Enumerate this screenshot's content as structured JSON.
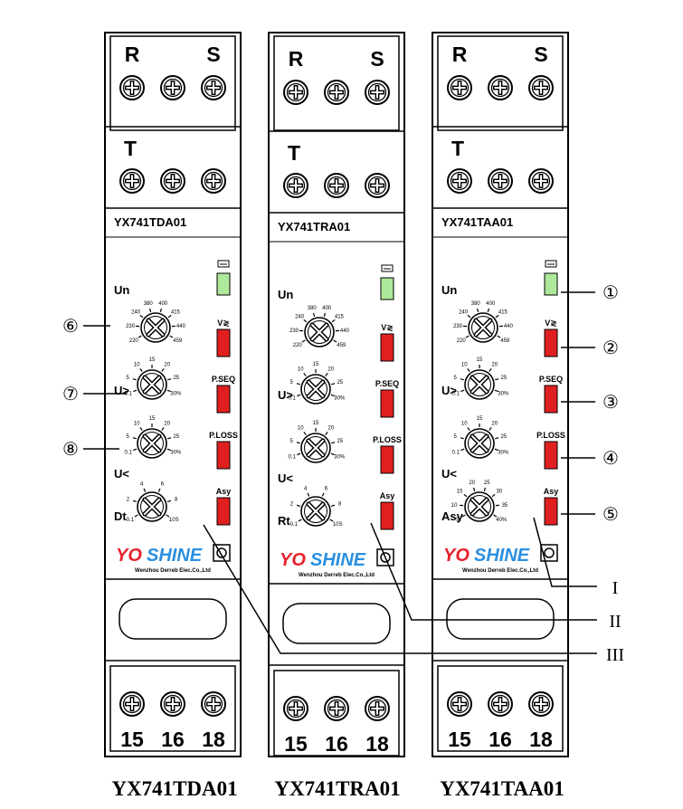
{
  "modules": [
    {
      "model": "YX741TDA01",
      "caption": "YX741TDA01",
      "knobs": [
        {
          "key": "un",
          "name": "Un",
          "ticks": [
            "220",
            "230",
            "240",
            "380",
            "400",
            "415",
            "440",
            "459"
          ]
        },
        {
          "key": "uover",
          "name": "U>",
          "ticks": [
            "0.1",
            "5",
            "10",
            "15",
            "20",
            "25",
            "30%"
          ]
        },
        {
          "key": "uunder",
          "name": "U<",
          "ticks": [
            "0.1",
            "5",
            "10",
            "15",
            "20",
            "25",
            "30%"
          ]
        },
        {
          "key": "delay",
          "name": "Dt",
          "ticks": [
            "0.1",
            "2",
            "4",
            "6",
            "8",
            "10S"
          ]
        }
      ]
    },
    {
      "model": "YX741TRA01",
      "caption": "YX741TRA01",
      "knobs": [
        {
          "key": "un",
          "name": "Un",
          "ticks": [
            "220",
            "230",
            "240",
            "380",
            "400",
            "415",
            "440",
            "459"
          ]
        },
        {
          "key": "uover",
          "name": "U>",
          "ticks": [
            "0.1",
            "5",
            "10",
            "15",
            "20",
            "25",
            "30%"
          ]
        },
        {
          "key": "uunder",
          "name": "U<",
          "ticks": [
            "0.1",
            "5",
            "10",
            "15",
            "20",
            "25",
            "30%"
          ]
        },
        {
          "key": "delay",
          "name": "Rt",
          "ticks": [
            "0.1",
            "2",
            "4",
            "6",
            "8",
            "10S"
          ]
        }
      ]
    },
    {
      "model": "YX741TAA01",
      "caption": "YX741TAA01",
      "knobs": [
        {
          "key": "un",
          "name": "Un",
          "ticks": [
            "220",
            "230",
            "240",
            "380",
            "400",
            "415",
            "440",
            "459"
          ]
        },
        {
          "key": "uover",
          "name": "U>",
          "ticks": [
            "0.1",
            "5",
            "10",
            "15",
            "20",
            "25",
            "30%"
          ]
        },
        {
          "key": "uunder",
          "name": "U<",
          "ticks": [
            "0.1",
            "5",
            "10",
            "15",
            "20",
            "25",
            "30%"
          ]
        },
        {
          "key": "asym",
          "name": "Asy",
          "ticks": [
            "5",
            "10",
            "15",
            "20",
            "25",
            "30",
            "35",
            "40%"
          ]
        }
      ]
    }
  ],
  "terminals": {
    "r": "R",
    "s": "S",
    "t": "T",
    "bottom": [
      "15",
      "16",
      "18"
    ]
  },
  "leds": [
    {
      "key": "relay",
      "label": "",
      "icon": "relay-icon",
      "color": "#aee89a"
    },
    {
      "key": "v",
      "label": "V≷",
      "color": "#e02020"
    },
    {
      "key": "pseq",
      "label": "P.SEQ",
      "color": "#e02020"
    },
    {
      "key": "ploss",
      "label": "P.LOSS",
      "color": "#e02020"
    },
    {
      "key": "asy",
      "label": "Asy",
      "color": "#e02020"
    }
  ],
  "brand": {
    "yo": "YO",
    "shine": "SHINE",
    "yo_color": "#e8202a",
    "shine_color": "#2a8fe0",
    "sub": "Wenzhou Derreb Elec.Co.,Ltd"
  },
  "callouts": {
    "right": [
      "①",
      "②",
      "③",
      "④",
      "⑤"
    ],
    "left": [
      "⑥",
      "⑦",
      "⑧"
    ],
    "roman": [
      "I",
      "II",
      "III"
    ]
  }
}
